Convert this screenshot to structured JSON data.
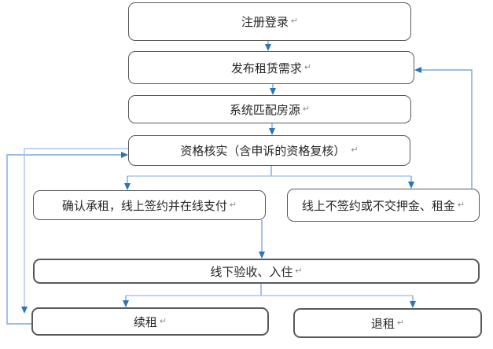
{
  "marks": {
    "paragraph": "↵"
  },
  "colors": {
    "line": "#7aa7dc",
    "line_light": "#a8c6ea",
    "arrow": "#2e74b5",
    "border": "#595959",
    "text": "#262626",
    "background": "#ffffff"
  },
  "diagram": {
    "type": "flowchart",
    "nodes": [
      {
        "id": "register-login",
        "label": "注册登录"
      },
      {
        "id": "publish-rental-demand",
        "label": "发布租赁需求"
      },
      {
        "id": "system-match-housing",
        "label": "系统匹配房源"
      },
      {
        "id": "qualification-verification",
        "label": "资格核实（含申诉的资格复核）"
      },
      {
        "id": "confirm-lease-sign-pay-online",
        "label": "确认承租，线上签约并在线支付"
      },
      {
        "id": "no-sign-or-no-deposit",
        "label": "线上不签约或不交押金、租金"
      },
      {
        "id": "offline-acceptance-checkin",
        "label": "线下验收、入住"
      },
      {
        "id": "renew-lease",
        "label": "续租"
      },
      {
        "id": "terminate-lease",
        "label": "退租"
      }
    ],
    "edges": [
      {
        "from": "register-login",
        "to": "publish-rental-demand"
      },
      {
        "from": "publish-rental-demand",
        "to": "system-match-housing"
      },
      {
        "from": "system-match-housing",
        "to": "qualification-verification"
      },
      {
        "from": "qualification-verification",
        "to": "confirm-lease-sign-pay-online"
      },
      {
        "from": "qualification-verification",
        "to": "no-sign-or-no-deposit"
      },
      {
        "from": "confirm-lease-sign-pay-online",
        "to": "offline-acceptance-checkin"
      },
      {
        "from": "offline-acceptance-checkin",
        "to": "renew-lease"
      },
      {
        "from": "offline-acceptance-checkin",
        "to": "terminate-lease"
      },
      {
        "from": "no-sign-or-no-deposit",
        "to": "publish-rental-demand"
      },
      {
        "from": "renew-lease",
        "to": "qualification-verification"
      },
      {
        "from": "qualification-verification",
        "to": "renew-lease"
      }
    ]
  }
}
